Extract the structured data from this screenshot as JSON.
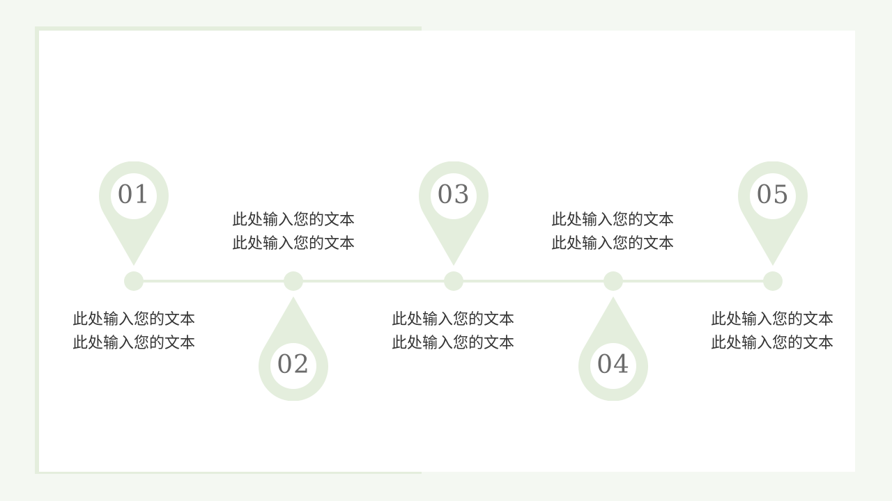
{
  "colors": {
    "accent": "#e4eedd",
    "text": "#333333",
    "number": "#6b6b6b",
    "background": "#f4f8f2"
  },
  "steps": [
    {
      "num": "01",
      "line1": "此处输入您的文本",
      "line2": "此处输入您的文本",
      "orientation": "up"
    },
    {
      "num": "02",
      "line1": "此处输入您的文本",
      "line2": "此处输入您的文本",
      "orientation": "down"
    },
    {
      "num": "03",
      "line1": "此处输入您的文本",
      "line2": "此处输入您的文本",
      "orientation": "up"
    },
    {
      "num": "04",
      "line1": "此处输入您的文本",
      "line2": "此处输入您的文本",
      "orientation": "down"
    },
    {
      "num": "05",
      "line1": "此处输入您的文本",
      "line2": "此处输入您的文本",
      "orientation": "up"
    }
  ]
}
